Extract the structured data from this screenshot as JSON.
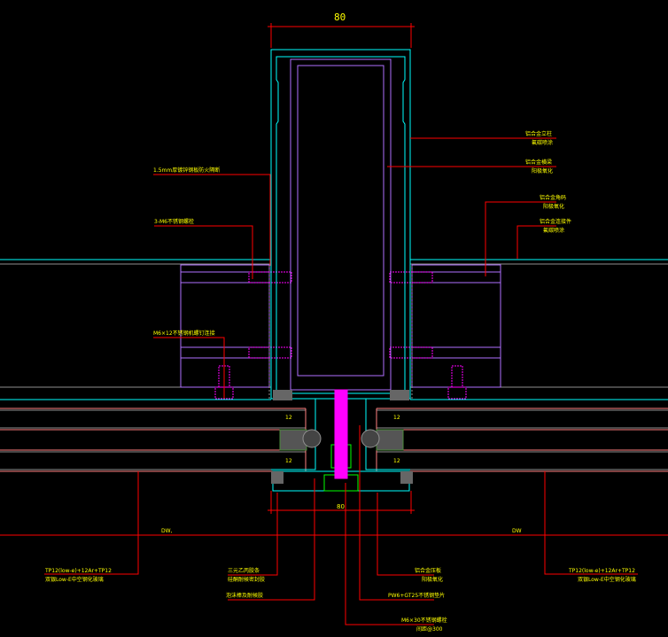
{
  "colors": {
    "background": "#000000",
    "profile": "#00ffff",
    "inner": "#b070ff",
    "leader": "#ff0000",
    "text": "#ffff00",
    "glass": "#ff8080",
    "bolt": "#ff00ff",
    "gray": "#909090"
  },
  "dimensions": {
    "top_width": "80",
    "bottom_width": "80",
    "glass_thickness": "12"
  },
  "levels": {
    "left": "DW,",
    "right": "DW"
  },
  "labels_left": [
    {
      "line1": "1.5mm厚镀锌钢板防火隔断"
    },
    {
      "line1": "3-M6不锈钢螺栓"
    },
    {
      "line1": "M6×12不锈钢机螺钉连接"
    }
  ],
  "labels_right": [
    {
      "line1": "铝合金立柱",
      "line2": "氟碳喷涂"
    },
    {
      "line1": "铝合金横梁",
      "line2": "阳极氧化"
    },
    {
      "line1": "铝合金角码",
      "line2": "阳极氧化"
    },
    {
      "line1": "铝合金连接件",
      "line2": "氟碳喷涂"
    }
  ],
  "labels_bottom": {
    "glass_left": {
      "line1": "TP12(low-e)+12Ar+TP12",
      "line2": "双银Low-E中空钢化玻璃"
    },
    "glass_right": {
      "line1": "TP12(low-e)+12Ar+TP12",
      "line2": "双银Low-E中空钢化玻璃"
    },
    "gasket": {
      "line1": "三元乙丙胶条",
      "line2": "硅酮耐候密封胶"
    },
    "foam": {
      "line1": "泡沫棒及耐候胶"
    },
    "pressure_plate": {
      "line1": "铝合金压板",
      "line2": "阳极氧化"
    },
    "washer": {
      "line1": "PW6+GT25不锈钢垫片"
    },
    "bolt": {
      "line1": "M6×30不锈钢螺栓",
      "line2": "间距@300"
    }
  }
}
